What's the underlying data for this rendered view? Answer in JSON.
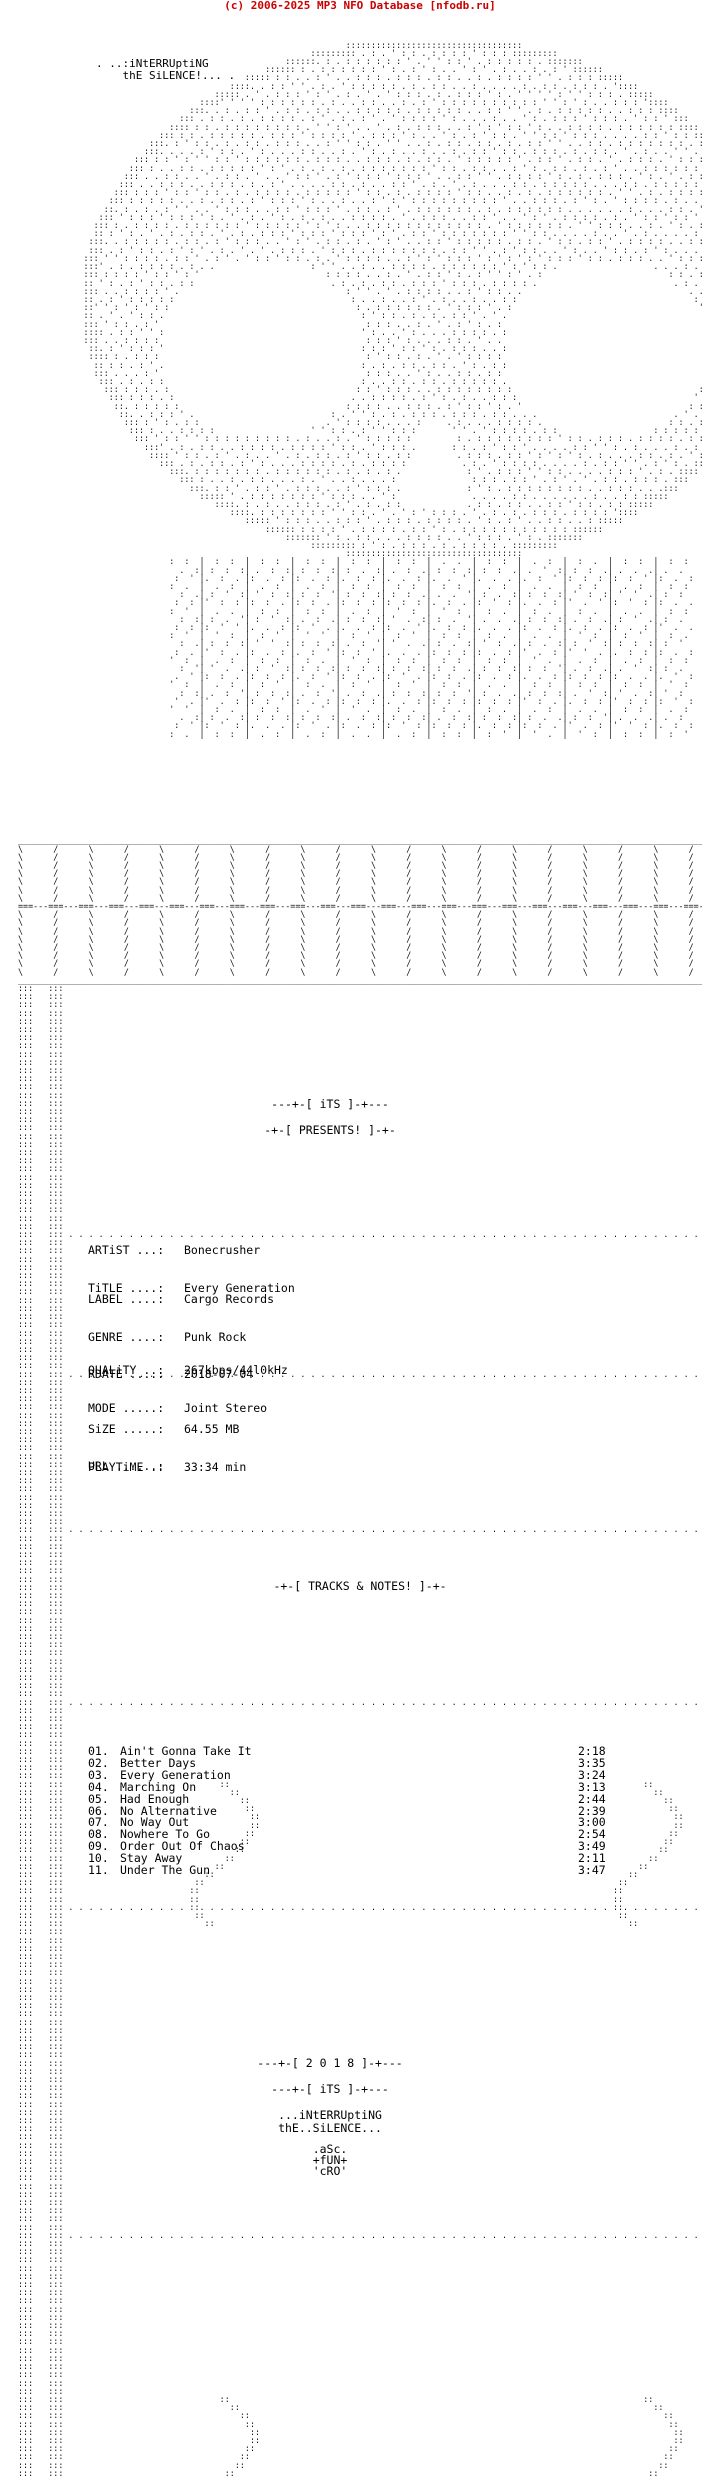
{
  "banner": "(c) 2006-2025 MP3 NFO Database [nfodb.ru]",
  "group_header": ". ..:iNtERRUptiNG\n    thE SiLENCE!... .",
  "presents": "---+-[ iTS ]-+---\n\n-+-[ PRESENTS! ]-+-",
  "release": {
    "artist_label": "ARTiST ...:",
    "artist": "Bonecrusher",
    "title_label": "TiTLE ....:",
    "title": "Every Generation",
    "label_label": "LABEL ....:",
    "label": "Cargo Records",
    "genre_label": "GENRE ....:",
    "genre": "Punk Rock",
    "rdate_label": "RDATE ....:",
    "rdate": "2018-07-04",
    "quality_label": "QUALiTY ..:",
    "quality": "267kbps/44l0kHz",
    "mode_label": "MODE .....:",
    "mode": "Joint Stereo",
    "size_label": "SiZE .....:",
    "size": "64.55 MB",
    "playtime_label": "PLAYTiME .:",
    "playtime": "33:34 min",
    "url_label": "URL ......:",
    "url": ""
  },
  "tracks_header": "-+-[ TRACKS & NOTES! ]-+-",
  "tracks": [
    {
      "num": "01.",
      "title": "Ain't Gonna Take It",
      "len": "2:18"
    },
    {
      "num": "02.",
      "title": "Better Days",
      "len": "3:35"
    },
    {
      "num": "03.",
      "title": "Every Generation",
      "len": "3:24"
    },
    {
      "num": "04.",
      "title": "Marching On",
      "len": "3:13"
    },
    {
      "num": "05.",
      "title": "Had Enough",
      "len": "2:44"
    },
    {
      "num": "06.",
      "title": "No Alternative",
      "len": "2:39"
    },
    {
      "num": "07.",
      "title": "No Way Out",
      "len": "3:00"
    },
    {
      "num": "08.",
      "title": "Nowhere To Go",
      "len": "2:54"
    },
    {
      "num": "09.",
      "title": "Order Out Of Chaos",
      "len": "3:49"
    },
    {
      "num": "10.",
      "title": "Stay Away",
      "len": "2:11"
    },
    {
      "num": "11.",
      "title": "Under The Gun",
      "len": "3:47"
    }
  ],
  "footer": "---+-[ 2 0 1 8 ]-+---\n\n---+-[ iTS ]-+---\n\n...iNtERRUptiNG\nthE..SiLENCE...",
  "credits": ".aSc.\n+fUN+\n'cRO'",
  "colors": {
    "banner": "#cc0000",
    "text": "#000000",
    "background": "#ffffff"
  }
}
